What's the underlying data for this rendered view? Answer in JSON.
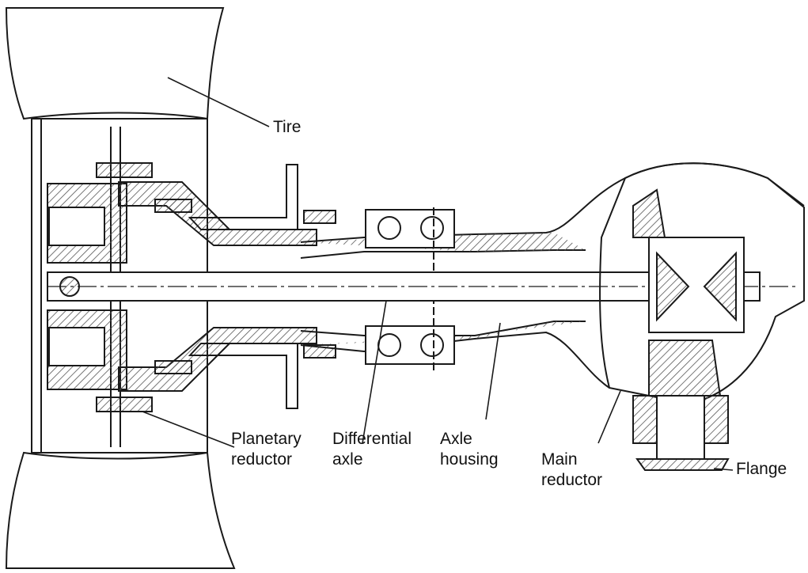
{
  "labels": {
    "tire": "Tire",
    "planetary_reductor": [
      "Planetary",
      "reductor"
    ],
    "differential_axle": [
      "Differential",
      "axle"
    ],
    "axle_housing": [
      "Axle",
      "housing"
    ],
    "main_reductor": [
      "Main",
      "reductor"
    ],
    "flange": "Flange"
  },
  "colors": {
    "line": "#1a1a1a",
    "hatch": "#555555",
    "background": "#ffffff"
  }
}
